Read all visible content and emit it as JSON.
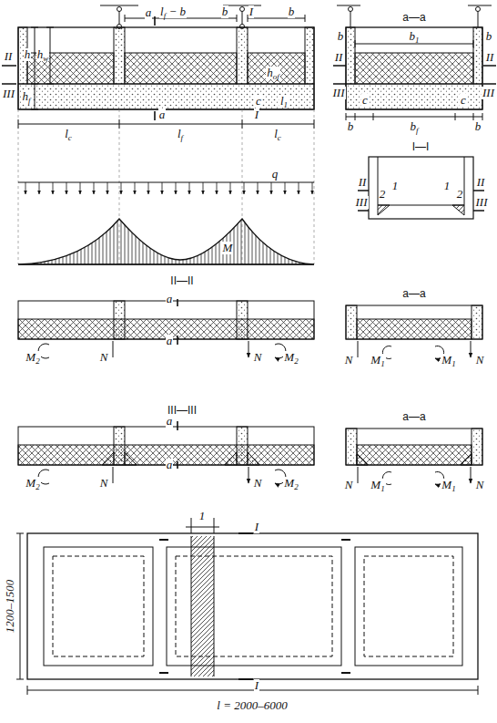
{
  "diagram": {
    "labels": [
      "a",
      "lf − b",
      "b",
      "I",
      "b",
      "h",
      "hw",
      "hf",
      "II",
      "III",
      "hof",
      "c",
      "l1",
      "a",
      "I",
      "lc",
      "lf",
      "lc",
      "q",
      "M",
      "a—a",
      "b",
      "b1",
      "b",
      "II",
      "II",
      "III",
      "III",
      "c",
      "c",
      "b",
      "bf",
      "b",
      "I—I",
      "II",
      "III",
      "II",
      "III",
      "2",
      "1",
      "1",
      "2",
      "II—II",
      "a",
      "a",
      "M2",
      "N",
      "N",
      "M2",
      "a—a",
      "N",
      "M1",
      "M1",
      "N",
      "III—III",
      "a",
      "a",
      "M2",
      "N",
      "N",
      "M2",
      "a—a",
      "N",
      "M1",
      "M1",
      "N",
      "1",
      "I",
      "I",
      "1200–1500",
      "l = 2000–6000"
    ]
  }
}
